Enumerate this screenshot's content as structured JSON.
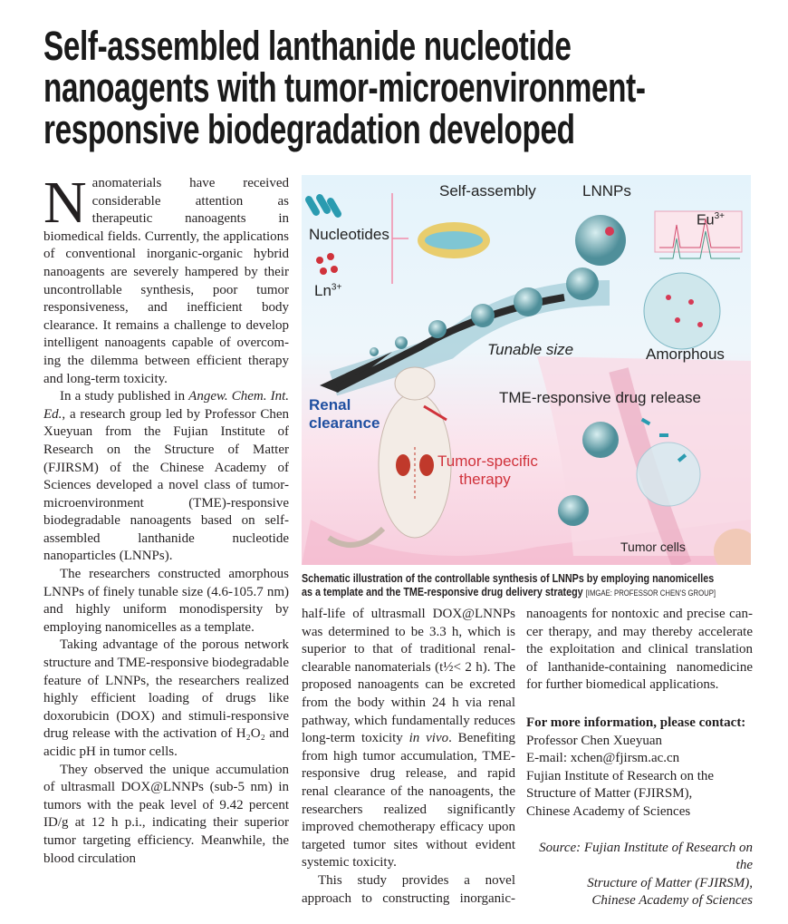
{
  "title": [
    "Self-assembled lanthanide nucleotide",
    "nanoagents with tumor-microenvironment-",
    "responsive biodegradation developed"
  ],
  "body": {
    "dropcap": "N",
    "p1": "anomaterials have received considerable attention as therapeutic nanoagents in biomedical fields. Currently, the ap­plications of conventional inorganic-organic hybrid nanoagents are severe­ly hampered by their uncontrollable synthesis, poor tumor responsiveness, and inefficient body clearance. It re­mains a challenge to develop intelli­gent nanoagents capable of overcom­ing the dilemma between efficient therapy and long-term toxicity.",
    "p2_a": "In a study published in ",
    "p2_journal": "Angew. Chem. Int. Ed.",
    "p2_b": ", a research group led by Profes­sor Chen Xueyuan from the Fujian In­stitute of Research on the Structure of Matter (FJIRSM) of the Chinese Acad­emy of Sciences developed a novel class of tumor-microenvironment (TME)-responsive biodegradable nanoagents based on self-assembled lanthanide nucleotide nanoparticles (LNNPs).",
    "p3": "The researchers constructed amor­phous LNNPs of finely tunable size (4.6-105.7 nm) and highly uniform mono­dispersity by employing nanomicelles as a template.",
    "p4": "Taking advantage of the porous net­work structure and TME-responsive biodegradable feature of LNNPs, the re­searchers realized highly efficient load­ing of drugs like doxorubicin (DOX) and stimuli-responsive drug release with the activation of H₂O₂ and acidic pH in tumor cells.",
    "p5": "They observed the unique accumula­tion of ultrasmall DOX@LNNPs (sub-5 nm) in tumors with the peak level of 9.42 percent ID/g at 12 h p.i., indicating their superior tumor targeting efficien­cy. Meanwhile, the blood circulation",
    "p6_a": "half-life of ultrasmall DOX@LNNPs was determined to be 3.3 h, which is su­perior to that of traditional renal-clear­able nanomaterials (t½< 2 h). The pro­posed nanoagents can be excreted from the body within 24 h via renal pathway, which fundamentally reduces long-term toxicity ",
    "p6_italic": "in vivo",
    "p6_b": ". Benefiting from high tumor accumulation, TME-responsive drug release, and rapid renal clearance of the nanoagents, the researchers real­ized significantly improved chemother­apy efficacy upon targeted tumor sites without evident systemic toxicity.",
    "p7": "This study provides a novel approach to constructing inorganic-organic hybrid nanoagents for nontoxic and precise can­cer therapy, and may thereby accelerate the exploitation and clinical translation of lanthanide-containing nanomedicine for further biomedical applications."
  },
  "contact": {
    "heading": "For more information, please contact:",
    "lines": [
      "Professor Chen Xueyuan",
      "E-mail: xchen@fjirsm.ac.cn",
      "Fujian Institute of Research on the",
      "Structure of Matter (FJIRSM),",
      "Chinese Academy of Sciences"
    ]
  },
  "source": [
    "Source: Fujian Institute of Research on the",
    "Structure of Matter (FJIRSM),",
    "Chinese Academy of Sciences"
  ],
  "figure": {
    "labels": {
      "self_assembly": "Self-assembly",
      "lnnps": "LNNPs",
      "eu": "Eu",
      "eu_sup": "3+",
      "nucleotides": "Nucleotides",
      "ln": "Ln",
      "ln_sup": "3+",
      "tunable": "Tunable size",
      "amorphous": "Amorphous",
      "renal1": "Renal",
      "renal2": "clearance",
      "tme": "TME-responsive drug release",
      "tumor1": "Tumor-specific",
      "tumor2": "therapy",
      "tumor_cells": "Tumor cells"
    },
    "caption_line1": "Schematic illustration of the controllable synthesis of LNNPs by employing nanomicelles",
    "caption_line2": "as a template and the TME-responsive drug delivery strategy ",
    "credit": "[IMGAE: PROFESSOR CHEN'S GROUP]"
  }
}
